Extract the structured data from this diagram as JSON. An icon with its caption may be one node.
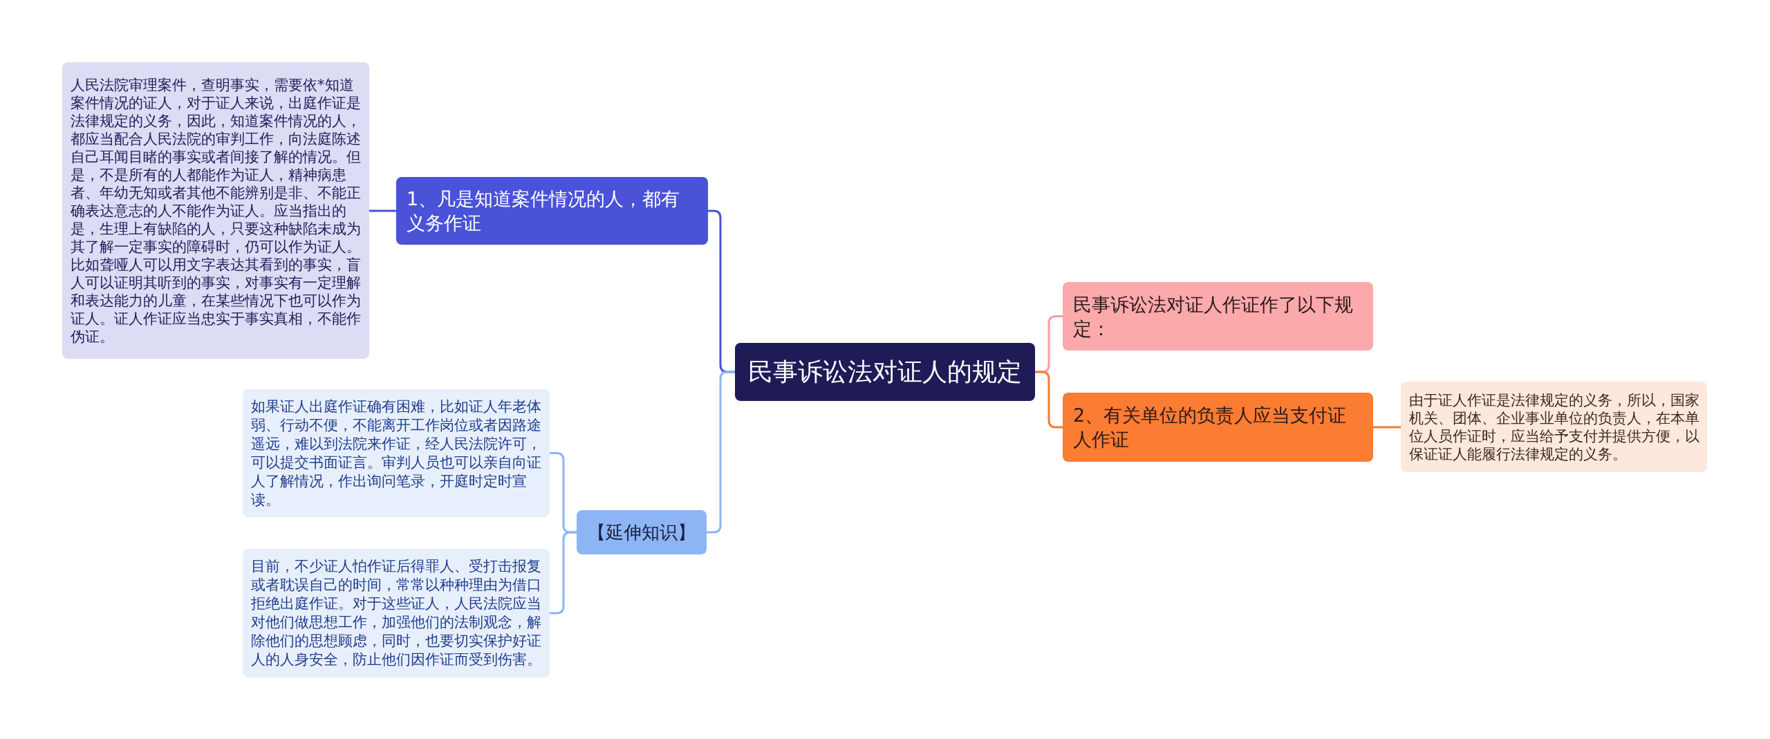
{
  "diagram": {
    "nodes": [
      {
        "text": [
          "民事诉讼法对证人的规定"
        ]
      },
      {
        "text": [
          "1、凡是知道案件情况的人，都有义务作证"
        ]
      },
      {
        "text": [
          "人民法院审理案件，查明事实，需要依*知道案件情况的证人，对于证人来说，出庭作证是法律规定的义务，因此，知道案件情况的人，都应当配合人民法院的审判工作，向法庭陈述自己耳闻目睹的事实或者间接了解的情况。但是，不是所有的人都能作为证人，精神病患者、年幼无知或者其他不能辨别是非、不能正确表达意志的人不能作为证人。应当指出的是，生理上有缺陷的人，只要这种缺陷未成为其了解一定事实的障碍时，仍可以作为证人。比如聋哑人可以用文字表达其看到的事实，盲人可以证明其听到的事实，对事实有一定理解和表达能力的儿童，在某些情况下也可以作为证人。证人作证应当忠实于事实真相，不能作伪证。"
        ]
      },
      {
        "text": [
          "【延伸知识】"
        ]
      },
      {
        "text": [
          "如果证人出庭作证确有困难，比如证人年老体弱、行动不便，不能离开工作岗位或者因路途遥远，难以到法院来作证，经人民法院许可，可以提交书面证言。审判人员也可以亲自向证人了解情况，作出询问笔录，开庭时定时宣读。"
        ]
      },
      {
        "text": [
          "目前，不少证人怕作证后得罪人、受打击报复或者耽误自己的时间，常常以种种理由为借口拒绝出庭作证。对于这些证人，人民法院应当对他们做思想工作，加强他们的法制观念，解除他们的思想顾虑，同时，也要切实保护好证人的人身安全，防止他们因作证而受到伤害。"
        ]
      },
      {
        "text": [
          "民事诉讼法对证人作证作了以下规定："
        ]
      },
      {
        "text": [
          "2、有关单位的负责人应当支付证人作证"
        ]
      },
      {
        "text": [
          "由于证人作证是法律规定的义务，所以，国家机关、团体、企业事业单位的负责人，在本单位人员作证时，应当给予支付并提供方便，以保证证人能履行法律规定的义务。"
        ]
      }
    ],
    "edges": [
      {
        "from": 0,
        "to": 1,
        "arrow": "none",
        "color": "#4a52d8"
      },
      {
        "from": 1,
        "to": 2,
        "arrow": "none",
        "color": "#4a52d8"
      },
      {
        "from": 0,
        "to": 3,
        "arrow": "none"
      },
      {
        "from": 3,
        "to": 4,
        "arrow": "none"
      },
      {
        "from": 3,
        "to": 5,
        "arrow": "none"
      },
      {
        "from": 0,
        "to": 6,
        "arrow": "none",
        "color": "#f5a0a0"
      },
      {
        "from": 0,
        "to": 7,
        "arrow": "none",
        "color": "#f47b35"
      },
      {
        "from": 7,
        "to": 8,
        "arrow": "none",
        "color": "#f47b35"
      }
    ]
  }
}
